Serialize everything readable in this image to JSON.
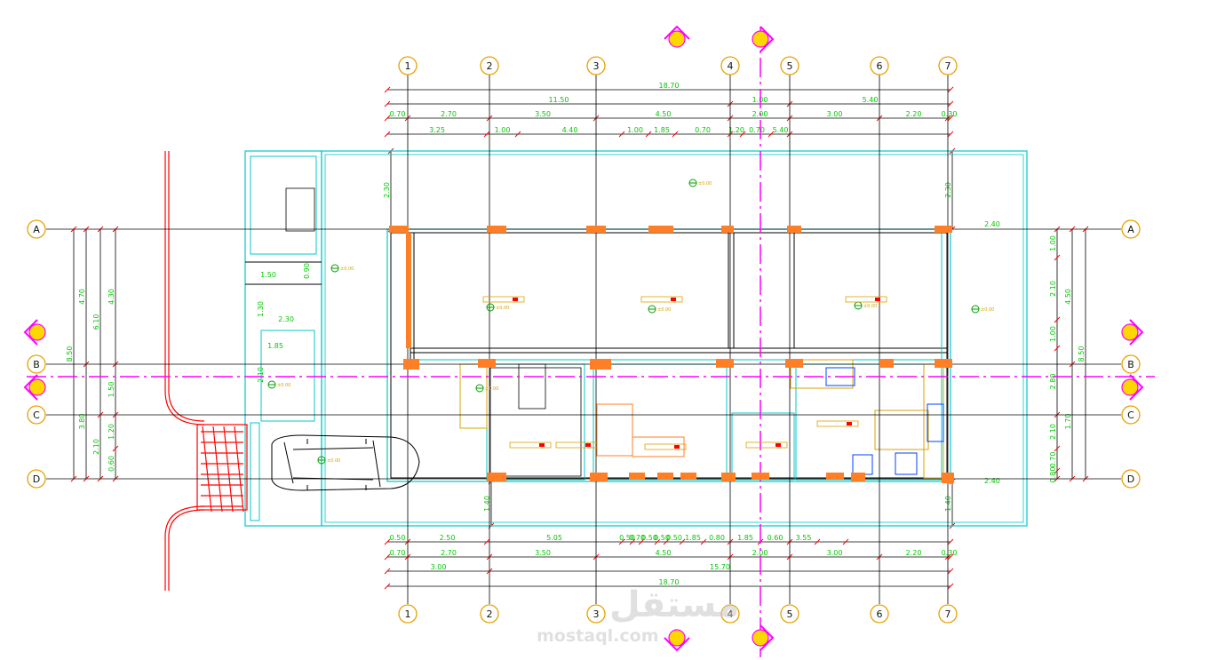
{
  "grid": {
    "columns": [
      "1",
      "2",
      "3",
      "4",
      "5",
      "6",
      "7"
    ],
    "rows": [
      "A",
      "B",
      "C",
      "D"
    ]
  },
  "dims": {
    "top_total": "18.70",
    "top_row1": [
      "11.50",
      "1.00",
      "5.40"
    ],
    "top_row2": [
      "0.70",
      "2.70",
      "3.50",
      "4.50",
      "2.00",
      "3.00",
      "2.20",
      "0.30"
    ],
    "top_row3": [
      "3.25",
      "1.00",
      "4.40",
      "1.00",
      "1.85",
      "0.70",
      "1.20",
      "0.70",
      "5.40"
    ],
    "bottom_row1": [
      "0.50",
      "2.50",
      "5.05",
      "0.50",
      "0.70",
      "0.50",
      "0.50",
      "0.50",
      "1.85",
      "0.80",
      "1.85",
      "0.60",
      "3.55"
    ],
    "bottom_row2": [
      "0.70",
      "2.70",
      "3.50",
      "4.50",
      "2.00",
      "3.00",
      "2.20",
      "0.30"
    ],
    "bottom_row3": [
      "3.00",
      "15.70"
    ],
    "bottom_total": "18.70",
    "left_outer": "8.50",
    "left_col2": [
      "4.70",
      "3.80"
    ],
    "left_col3": [
      "6.10",
      "2.10"
    ],
    "left_col4": [
      "4.30",
      "1.50",
      "1.20",
      "0.60"
    ],
    "right_outer": "8.50",
    "right_col": [
      "1.00",
      "2.10",
      "1.00",
      "2.80",
      "2.10",
      "0.70",
      "0.80"
    ],
    "right_col2": [
      "4.50",
      "1.70"
    ],
    "side_offsets": [
      "2.40",
      "2.40"
    ],
    "vertical_small": [
      "2.30",
      "2.30",
      "1.40",
      "1.40"
    ]
  },
  "annex_dims": [
    "1.50",
    "2.30",
    "1.85",
    "0.90",
    "1.30",
    "2.10"
  ],
  "levels": [
    "±0.00",
    "±0.00",
    "±0.00",
    "±0.00",
    "±0.00",
    "±0.00",
    "±0.00",
    "±0.00",
    "±0.00"
  ],
  "watermark": {
    "brand": "مستقل",
    "site": "mostaql.com"
  },
  "colors": {
    "dimension": "#00c800",
    "wall": "#00c8c8",
    "grid_bubble": "#e8a000",
    "section": "#ff00ff",
    "column": "#ff7f27",
    "ramp": "#ff0000",
    "label": "#d9a300",
    "linework": "#000000"
  }
}
